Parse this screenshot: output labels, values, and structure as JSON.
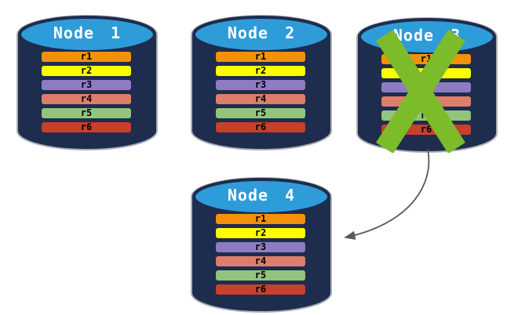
{
  "diagram_type": "database-node-replication",
  "nodes": [
    {
      "label": "Node 1",
      "status": "active",
      "records": [
        "r1",
        "r2",
        "r3",
        "r4",
        "r5",
        "r6"
      ]
    },
    {
      "label": "Node 2",
      "status": "active",
      "records": [
        "r1",
        "r2",
        "r3",
        "r4",
        "r5",
        "r6"
      ]
    },
    {
      "label": "Node 3",
      "status": "failed",
      "records": [
        "r1",
        "r2",
        "r3",
        "r4",
        "r5",
        "r6"
      ]
    },
    {
      "label": "Node 4",
      "status": "active",
      "records": [
        "r1",
        "r2",
        "r3",
        "r4",
        "r5",
        "r6"
      ]
    }
  ],
  "record_colors": {
    "r1": "#F39208",
    "r2": "#FDFF00",
    "r3": "#8E7CC3",
    "r4": "#DD7E6B",
    "r5": "#93C47D",
    "r6": "#C7402A"
  },
  "palette": {
    "background": "#FFFFFF",
    "cylinder_body": "#1E2C4E",
    "cylinder_top": "#2E9CD9",
    "cylinder_outline": "#A9AFB6",
    "failure_x": "#7CBB2A",
    "arrow": "#595959",
    "title_text": "#FFFFFF",
    "record_text": "#000000"
  }
}
